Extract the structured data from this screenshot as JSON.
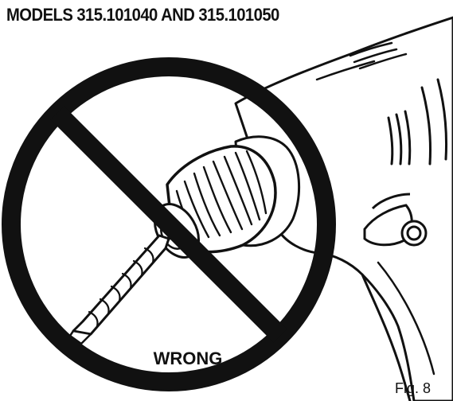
{
  "header": {
    "title": "MODELS 315.101040 AND 315.101050"
  },
  "illustration": {
    "warning_label": "WRONG",
    "figure_label": "Fig. 8",
    "ink_color": "#111111",
    "paper_color": "#ffffff",
    "icon": "prohibited-sign-icon"
  }
}
